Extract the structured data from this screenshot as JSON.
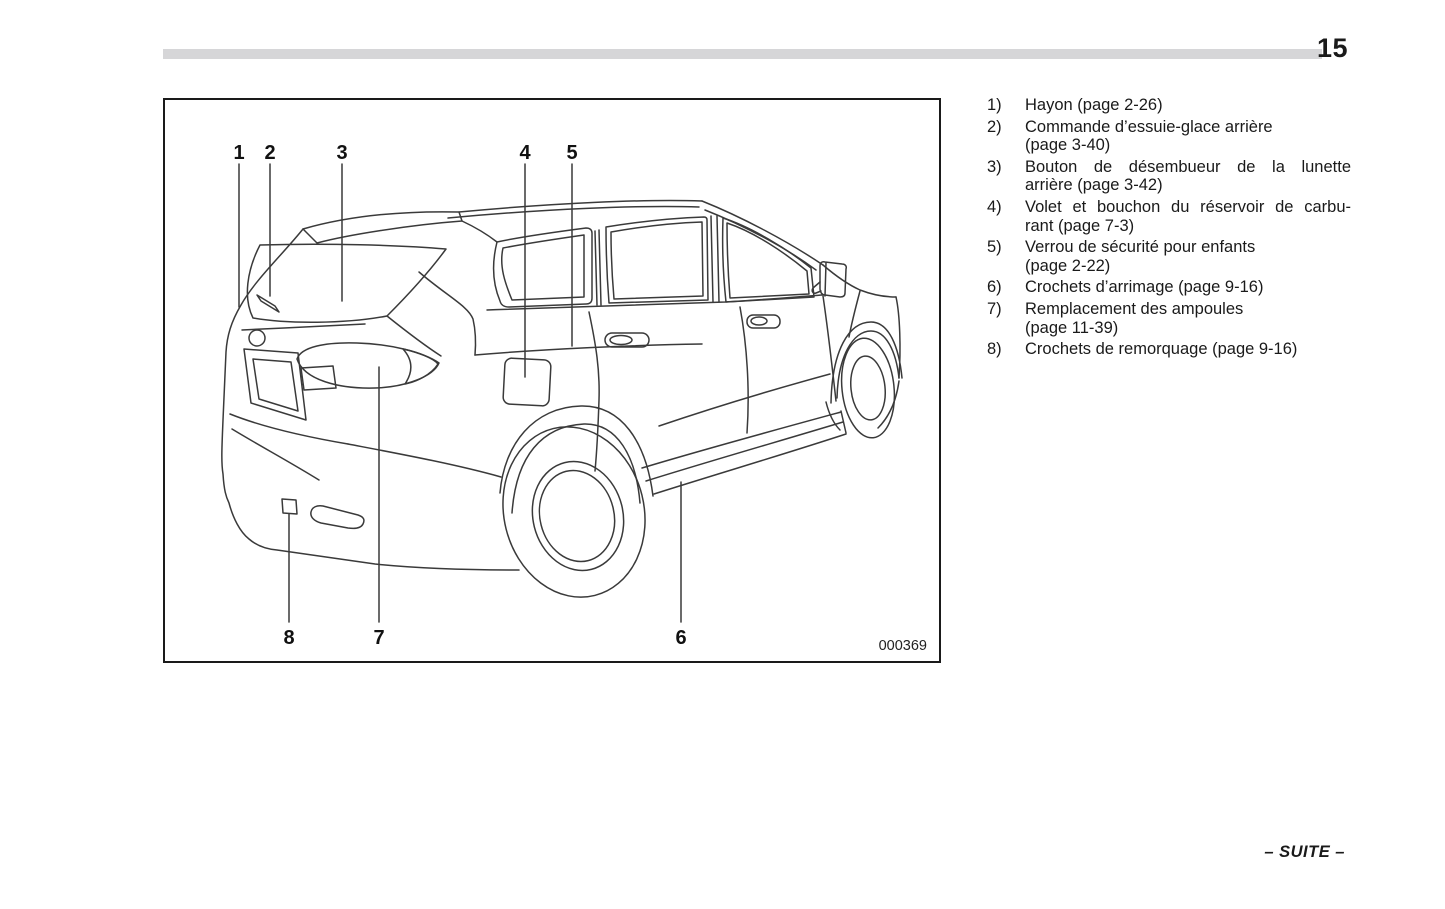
{
  "page": {
    "number": "15",
    "footer": "– SUITE –"
  },
  "colors": {
    "rule": "#d6d6d8",
    "ink": "#1a1a1a",
    "line_art": "#3a3a3a"
  },
  "figure": {
    "code": "000369",
    "callouts": [
      "1",
      "2",
      "3",
      "4",
      "5",
      "6",
      "7",
      "8"
    ]
  },
  "legend": {
    "items": [
      {
        "num": "1)",
        "lines": [
          {
            "text": "Hayon (page 2-26)"
          }
        ]
      },
      {
        "num": "2)",
        "lines": [
          {
            "text": "Commande d’essuie-glace arrière"
          },
          {
            "text": "(page 3-40)"
          }
        ]
      },
      {
        "num": "3)",
        "lines": [
          {
            "text": "Bouton de désembueur de la lunette"
          },
          {
            "text": "arrière (page 3-42)"
          }
        ]
      },
      {
        "num": "4)",
        "lines": [
          {
            "text": "Volet et bouchon du réservoir de carbu-"
          },
          {
            "text": "rant (page 7-3)"
          }
        ]
      },
      {
        "num": "5)",
        "lines": [
          {
            "text": "Verrou de sécurité pour enfants"
          },
          {
            "text": "(page 2-22)"
          }
        ]
      },
      {
        "num": "6)",
        "lines": [
          {
            "text": "Crochets d’arrimage (page 9-16)"
          }
        ]
      },
      {
        "num": "7)",
        "lines": [
          {
            "text": "Remplacement des ampoules"
          },
          {
            "text": "(page 11-39)"
          }
        ]
      },
      {
        "num": "8)",
        "lines": [
          {
            "text": "Crochets de remorquage (page 9-16)"
          }
        ]
      }
    ]
  }
}
